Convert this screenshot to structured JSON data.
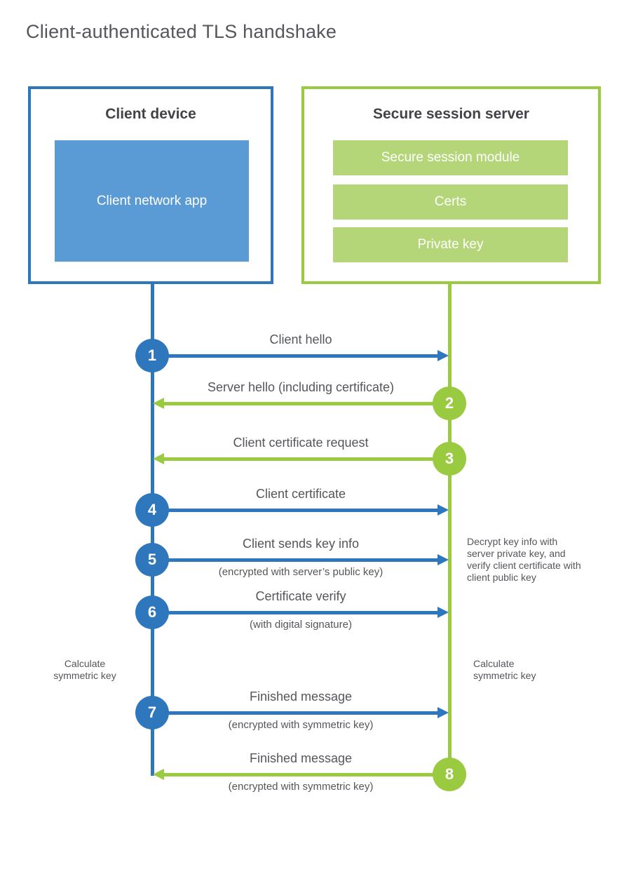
{
  "title": "Client-authenticated TLS handshake",
  "colors": {
    "blue": "#2e77bd",
    "blue_light": "#5b9bd5",
    "green": "#9aca3f",
    "green_light": "#b4d678",
    "heading_text": "#414347",
    "label_text": "#54565b"
  },
  "client": {
    "title": "Client device",
    "app_label": "Client network app"
  },
  "server": {
    "title": "Secure session server",
    "modules": [
      "Secure session module",
      "Certs",
      "Private key"
    ]
  },
  "messages": [
    {
      "num": "1",
      "from": "client",
      "label": "Client hello",
      "sub": ""
    },
    {
      "num": "2",
      "from": "server",
      "label": "Server hello (including certificate)",
      "sub": ""
    },
    {
      "num": "3",
      "from": "server",
      "label": "Client certificate request",
      "sub": ""
    },
    {
      "num": "4",
      "from": "client",
      "label": "Client certificate",
      "sub": ""
    },
    {
      "num": "5",
      "from": "client",
      "label": "Client sends key info",
      "sub": "(encrypted with server’s public key)"
    },
    {
      "num": "6",
      "from": "client",
      "label": "Certificate verify",
      "sub": "(with digital signature)"
    },
    {
      "num": "7",
      "from": "client",
      "label": "Finished message",
      "sub": "(encrypted with symmetric key)"
    },
    {
      "num": "8",
      "from": "server",
      "label": "Finished message",
      "sub": "(encrypted with symmetric key)"
    }
  ],
  "notes": {
    "decrypt_note": "Decrypt key info with server private key, and verify client certificate with client public key",
    "calculate_left": "Calculate symmetric key",
    "calculate_right": "Calculate symmetric key"
  }
}
